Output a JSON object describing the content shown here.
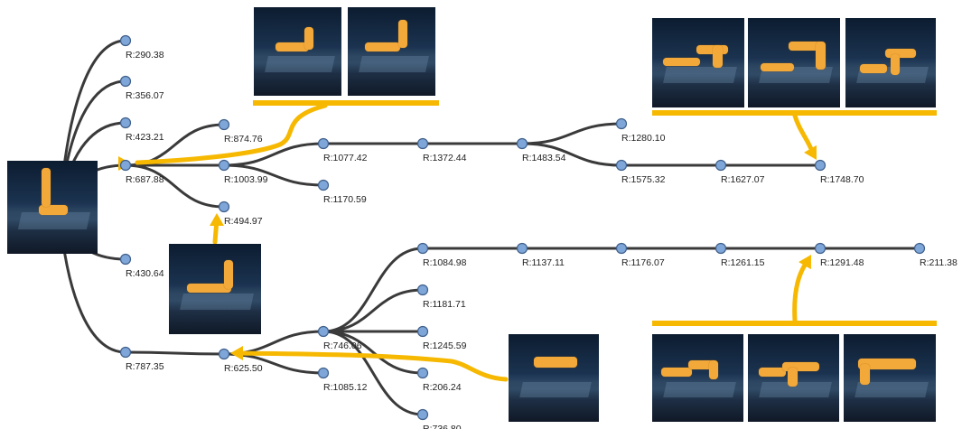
{
  "figure": {
    "nodes": [
      {
        "id": "n290",
        "label": "R:290.38"
      },
      {
        "id": "n356",
        "label": "R:356.07"
      },
      {
        "id": "n423",
        "label": "R:423.21"
      },
      {
        "id": "n687",
        "label": "R:687.88"
      },
      {
        "id": "n430",
        "label": "R:430.64"
      },
      {
        "id": "n787",
        "label": "R:787.35"
      },
      {
        "id": "n874",
        "label": "R:874.76"
      },
      {
        "id": "n1003",
        "label": "R:1003.99"
      },
      {
        "id": "n494",
        "label": "R:494.97"
      },
      {
        "id": "n1077",
        "label": "R:1077.42"
      },
      {
        "id": "n1170",
        "label": "R:1170.59"
      },
      {
        "id": "n1372",
        "label": "R:1372.44"
      },
      {
        "id": "n1483",
        "label": "R:1483.54"
      },
      {
        "id": "n1280",
        "label": "R:1280.10"
      },
      {
        "id": "n1575",
        "label": "R:1575.32"
      },
      {
        "id": "n1627",
        "label": "R:1627.07"
      },
      {
        "id": "n1748",
        "label": "R:1748.70"
      },
      {
        "id": "n625",
        "label": "R:625.50"
      },
      {
        "id": "n746",
        "label": "R:746.06"
      },
      {
        "id": "n1085",
        "label": "R:1085.12"
      },
      {
        "id": "n1084",
        "label": "R:1084.98"
      },
      {
        "id": "n1137",
        "label": "R:1137.11"
      },
      {
        "id": "n1176",
        "label": "R:1176.07"
      },
      {
        "id": "n1261",
        "label": "R:1261.15"
      },
      {
        "id": "n1291",
        "label": "R:1291.48"
      },
      {
        "id": "n211",
        "label": "R:211.38"
      },
      {
        "id": "n1181",
        "label": "R:1181.71"
      },
      {
        "id": "n1245",
        "label": "R:1245.59"
      },
      {
        "id": "n206",
        "label": "R:206.24"
      },
      {
        "id": "n736",
        "label": "R:736.80"
      }
    ],
    "colors": {
      "edge": "#3a3a3a",
      "node_fill": "#7ea6d8",
      "node_stroke": "#3f5f8a",
      "highlight": "#f6b800",
      "robot": "#f3a93a"
    },
    "thumbnail_icons": [
      "robot-agent-pose-image"
    ]
  }
}
